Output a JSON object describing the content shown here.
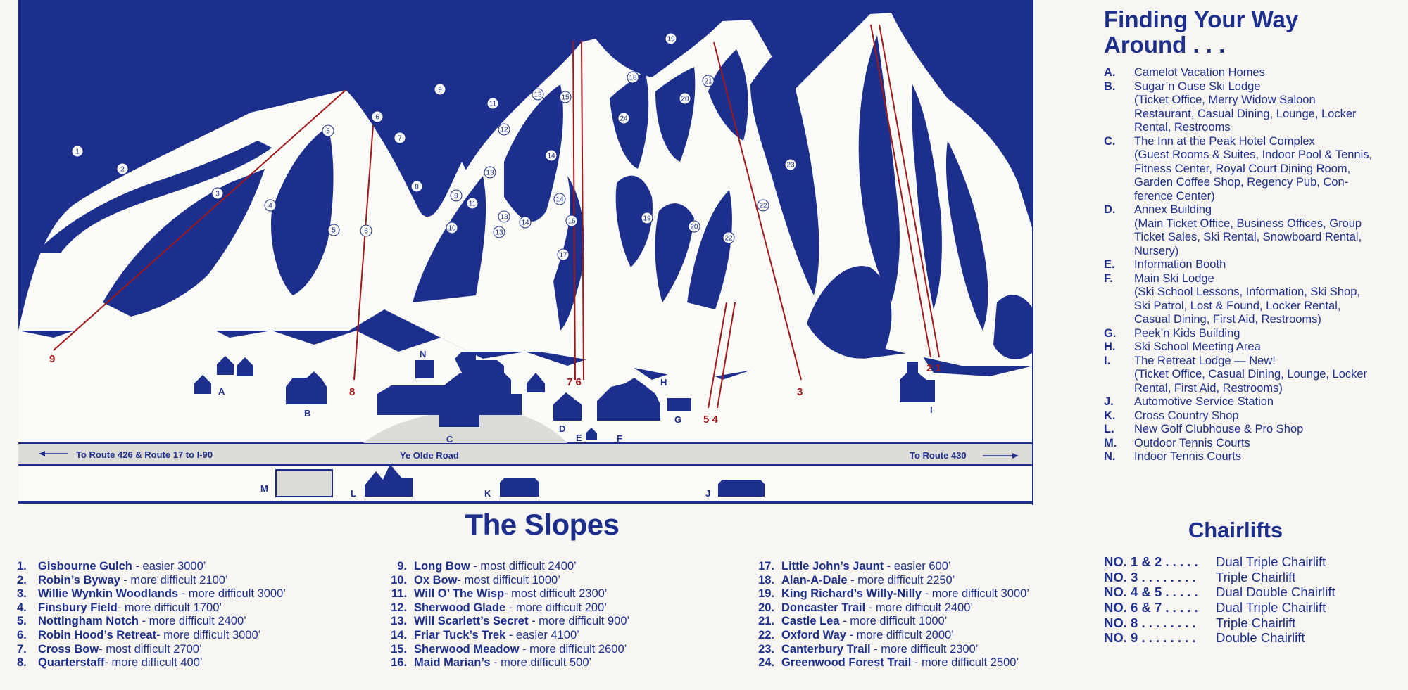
{
  "map": {
    "buildings": [
      {
        "key": "A",
        "label": "A"
      },
      {
        "key": "B",
        "label": "B"
      },
      {
        "key": "C",
        "label": "C"
      },
      {
        "key": "D",
        "label": "D"
      },
      {
        "key": "E",
        "label": "E"
      },
      {
        "key": "F",
        "label": "F"
      },
      {
        "key": "G",
        "label": "G"
      },
      {
        "key": "H",
        "label": "H"
      },
      {
        "key": "I",
        "label": "I"
      },
      {
        "key": "J",
        "label": "J"
      },
      {
        "key": "K",
        "label": "K"
      },
      {
        "key": "L",
        "label": "L"
      },
      {
        "key": "M",
        "label": "M"
      },
      {
        "key": "N",
        "label": "N"
      }
    ],
    "road_labels": {
      "left": "To Route 426 & Route 17 to I-90",
      "center": "Ye Olde Road",
      "right": "To Route 430"
    },
    "lift_labels": [
      "9",
      "8",
      "7 6",
      "5 4",
      "3",
      "2 1"
    ],
    "trail_markers": [
      "1",
      "2",
      "3",
      "4",
      "5",
      "5",
      "6",
      "6",
      "7",
      "8",
      "9",
      "9",
      "10",
      "11",
      "11",
      "12",
      "13",
      "13",
      "13",
      "13",
      "14",
      "14",
      "14",
      "15",
      "16",
      "17",
      "18",
      "19",
      "19",
      "20",
      "20",
      "21",
      "22",
      "22",
      "23",
      "24"
    ]
  },
  "slopes": {
    "title": "The Slopes",
    "columns": [
      [
        {
          "num": "1.",
          "name": "Gisbourne Gulch",
          "desc": " - easier 3000’"
        },
        {
          "num": "2.",
          "name": "Robin’s Byway",
          "desc": " - more difficult 2100’"
        },
        {
          "num": "3.",
          "name": "Willie Wynkin Woodlands",
          "desc": " - more difficult 3000’"
        },
        {
          "num": "4.",
          "name": "Finsbury Field",
          "desc": "- more difficult 1700’"
        },
        {
          "num": "5.",
          "name": "Nottingham Notch",
          "desc": " - more difficult 2400’"
        },
        {
          "num": "6.",
          "name": "Robin Hood’s Retreat",
          "desc": "- more difficult 3000’"
        },
        {
          "num": "7.",
          "name": "Cross Bow",
          "desc": "- most difficult 2700’"
        },
        {
          "num": "8.",
          "name": "Quarterstaff",
          "desc": "- more difficult 400’"
        }
      ],
      [
        {
          "num": "9.",
          "name": "Long Bow",
          "desc": " - most difficult 2400’"
        },
        {
          "num": "10.",
          "name": "Ox Bow",
          "desc": "- most difficult 1000’"
        },
        {
          "num": "11.",
          "name": "Will O’ The Wisp",
          "desc": "- most difficult 2300’"
        },
        {
          "num": "12.",
          "name": "Sherwood Glade",
          "desc": " - more difficult 200’"
        },
        {
          "num": "13.",
          "name": "Will Scarlett’s Secret",
          "desc": " - more difficult 900’"
        },
        {
          "num": "14.",
          "name": "Friar Tuck’s Trek",
          "desc": " - easier 4100’"
        },
        {
          "num": "15.",
          "name": "Sherwood Meadow",
          "desc": " - more difficult 2600’"
        },
        {
          "num": "16.",
          "name": "Maid Marian’s",
          "desc": " - more difficult 500’"
        }
      ],
      [
        {
          "num": "17.",
          "name": "Little John’s Jaunt",
          "desc": " - easier 600’"
        },
        {
          "num": "18.",
          "name": "Alan-A-Dale",
          "desc": " - more difficult 2250’"
        },
        {
          "num": "19.",
          "name": "King Richard’s Willy-Nilly",
          "desc": " - more difficult 3000’"
        },
        {
          "num": "20.",
          "name": "Doncaster Trail",
          "desc": " - more difficult 2400’"
        },
        {
          "num": "21.",
          "name": "Castle Lea",
          "desc": " - more difficult 1000’"
        },
        {
          "num": "22.",
          "name": "Oxford Way",
          "desc": " - more difficult 2000’"
        },
        {
          "num": "23.",
          "name": "Canterbury Trail",
          "desc": " - more difficult 2300’"
        },
        {
          "num": "24.",
          "name": "Greenwood Forest Trail",
          "desc": " - more difficult 2500’"
        }
      ]
    ]
  },
  "finding": {
    "title_line1": "Finding Your Way",
    "title_line2": "Around . . .",
    "items": [
      {
        "key": "A.",
        "text": "Camelot Vacation Homes"
      },
      {
        "key": "B.",
        "text": "Sugar’n Ouse Ski Lodge"
      },
      {
        "key": "",
        "text": "(Ticket Office, Merry Widow Saloon"
      },
      {
        "key": "",
        "text": "Restaurant, Casual Dining, Lounge, Locker"
      },
      {
        "key": "",
        "text": "Rental, Restrooms"
      },
      {
        "key": "C.",
        "text": "The Inn at the Peak Hotel Complex"
      },
      {
        "key": "",
        "text": "(Guest Rooms & Suites, Indoor Pool & Tennis,"
      },
      {
        "key": "",
        "text": "Fitness Center, Royal Court Dining Room,"
      },
      {
        "key": "",
        "text": "Garden Coffee Shop, Regency Pub, Con-"
      },
      {
        "key": "",
        "text": "ference Center)"
      },
      {
        "key": "D.",
        "text": "Annex Building"
      },
      {
        "key": "",
        "text": "(Main Ticket Office, Business Offices, Group"
      },
      {
        "key": "",
        "text": "Ticket Sales, Ski Rental, Snowboard Rental,"
      },
      {
        "key": "",
        "text": "Nursery)"
      },
      {
        "key": "E.",
        "text": "Information Booth"
      },
      {
        "key": "F.",
        "text": "Main Ski Lodge"
      },
      {
        "key": "",
        "text": "(Ski School Lessons, Information, Ski Shop,"
      },
      {
        "key": "",
        "text": "Ski Patrol, Lost & Found, Locker Rental,"
      },
      {
        "key": "",
        "text": "Casual Dining, First Aid, Restrooms)"
      },
      {
        "key": "G.",
        "text": "Peek’n Kids Building"
      },
      {
        "key": "H.",
        "text": "Ski School Meeting Area"
      },
      {
        "key": "I.",
        "text": "The Retreat Lodge — New!"
      },
      {
        "key": "",
        "text": "(Ticket Office, Casual Dining, Lounge, Locker"
      },
      {
        "key": "",
        "text": "Rental, First Aid, Restrooms)"
      },
      {
        "key": "J.",
        "text": "Automotive Service Station"
      },
      {
        "key": "K.",
        "text": "Cross Country Shop"
      },
      {
        "key": "L.",
        "text": "New Golf Clubhouse & Pro Shop"
      },
      {
        "key": "M.",
        "text": "Outdoor Tennis Courts"
      },
      {
        "key": "N.",
        "text": "Indoor Tennis Courts"
      }
    ]
  },
  "chairlifts": {
    "title": "Chairlifts",
    "items": [
      {
        "no": "NO. 1 & 2 . . . . .",
        "desc": "Dual Triple Chairlift"
      },
      {
        "no": "NO. 3 . . . . . . . .",
        "desc": "Triple Chairlift"
      },
      {
        "no": "NO. 4 & 5 . . . . .",
        "desc": "Dual Double Chairlift"
      },
      {
        "no": "NO. 6 & 7 . . . . .",
        "desc": "Dual Triple Chairlift"
      },
      {
        "no": "NO. 8 . . . . . . . .",
        "desc": "Triple Chairlift"
      },
      {
        "no": "NO. 9 . . . . . . . .",
        "desc": "Double Chairlift"
      }
    ]
  },
  "colors": {
    "navy": "#1d2f8c",
    "snow": "#fbfbf8",
    "lift_line": "#a01818",
    "road": "#dcdcd8"
  }
}
